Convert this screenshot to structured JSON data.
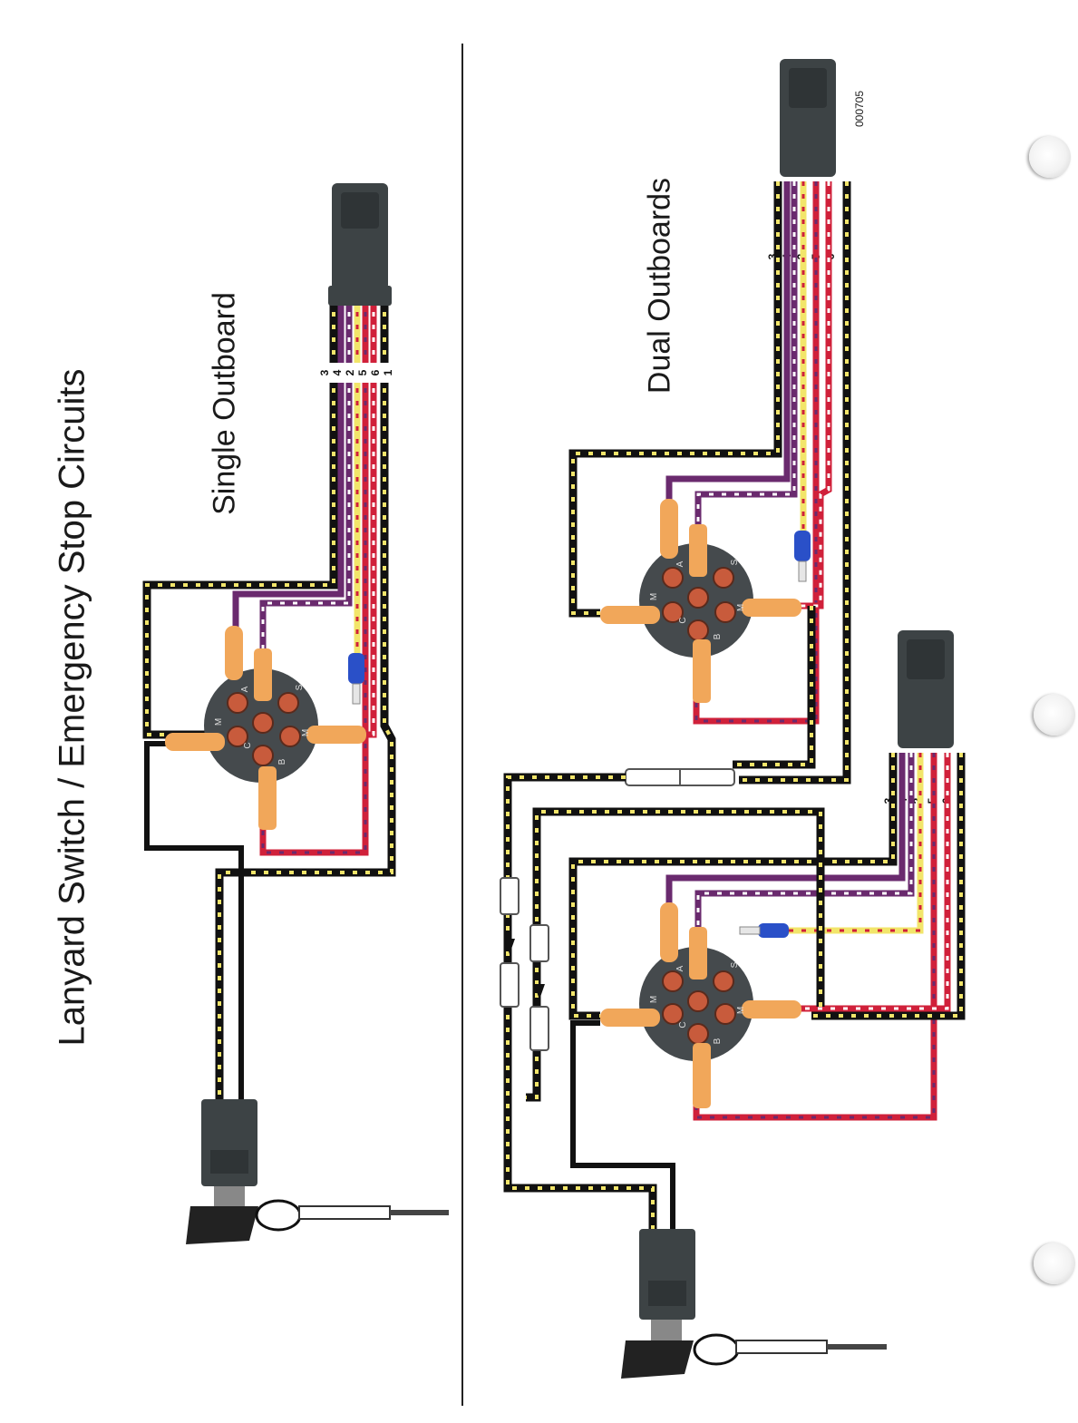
{
  "title": "Lanyard Switch / Emergency Stop Circuits",
  "sections": {
    "single": {
      "label": "Single Outboard",
      "pins": [
        "3",
        "4",
        "2",
        "5",
        "6",
        "1"
      ]
    },
    "dual": {
      "label": "Dual Outboards",
      "pins": [
        "3",
        "4",
        "2",
        "5",
        "6",
        "1"
      ]
    }
  },
  "figure_id": "000705",
  "switch_terminals": [
    "A",
    "M",
    "C",
    "B",
    "M",
    "S"
  ],
  "colors": {
    "black": "#111111",
    "yellow": "#f2e56a",
    "purple": "#6a2a6e",
    "white": "#ffffff",
    "red": "#d0203a",
    "blue": "#2a50c8",
    "connector_gray": "#3d4345",
    "terminal_orange": "#f1a75a",
    "switch_body": "#454a4d",
    "pin_red": "#c85b3c"
  }
}
